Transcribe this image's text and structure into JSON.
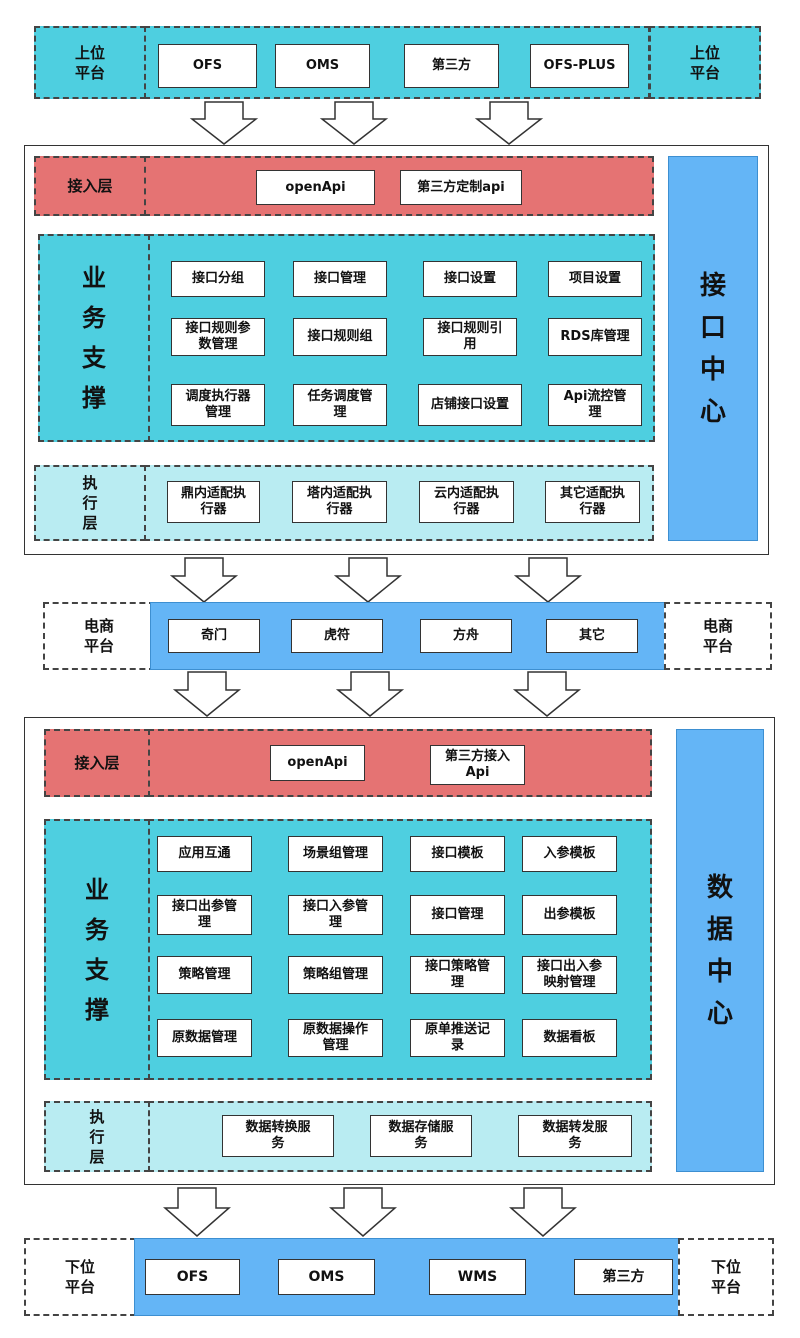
{
  "upper": {
    "label": "上位\n平台",
    "items": [
      "OFS",
      "OMS",
      "第三方",
      "OFS-PLUS"
    ]
  },
  "interface_center": {
    "title": "接\n口\n中\n心",
    "access_layer": {
      "label": "接入层",
      "items": [
        "openApi",
        "第三方定制api"
      ]
    },
    "business": {
      "label": "业\n务\n支\n撑",
      "rows": [
        [
          "接口分组",
          "接口管理",
          "接口设置",
          "项目设置"
        ],
        [
          "接口规则参\n数管理",
          "接口规则组",
          "接口规则引\n用",
          "RDS库管理"
        ],
        [
          "调度执行器\n管理",
          "任务调度管\n理",
          "店铺接口设置",
          "Api流控管\n理"
        ]
      ]
    },
    "exec_layer": {
      "label": "执\n行\n层",
      "items": [
        "鼎内适配执\n行器",
        "塔内适配执\n行器",
        "云内适配执\n行器",
        "其它适配执\n行器"
      ]
    }
  },
  "ecommerce": {
    "label": "电商\n平台",
    "items": [
      "奇门",
      "虎符",
      "方舟",
      "其它"
    ]
  },
  "data_center": {
    "title": "数\n据\n中\n心",
    "access_layer": {
      "label": "接入层",
      "items": [
        "openApi",
        "第三方接入\nApi"
      ]
    },
    "business": {
      "label": "业\n务\n支\n撑",
      "rows": [
        [
          "应用互通",
          "场景组管理",
          "接口模板",
          "入参模板"
        ],
        [
          "接口出参管\n理",
          "接口入参管\n理",
          "接口管理",
          "出参模板"
        ],
        [
          "策略管理",
          "策略组管理",
          "接口策略管\n理",
          "接口出入参\n映射管理"
        ],
        [
          "原数据管理",
          "原数据操作\n管理",
          "原单推送记\n录",
          "数据看板"
        ]
      ]
    },
    "exec_layer": {
      "label": "执\n行\n层",
      "items": [
        "数据转换服\n务",
        "数据存储服\n务",
        "数据转发服\n务"
      ]
    }
  },
  "lower": {
    "label": "下位\n平台",
    "items": [
      "OFS",
      "OMS",
      "WMS",
      "第三方"
    ]
  },
  "colors": {
    "cyan": "#4ecfe0",
    "red": "#e57373",
    "light_cyan": "#b9ecf2",
    "blue": "#64b5f6"
  }
}
